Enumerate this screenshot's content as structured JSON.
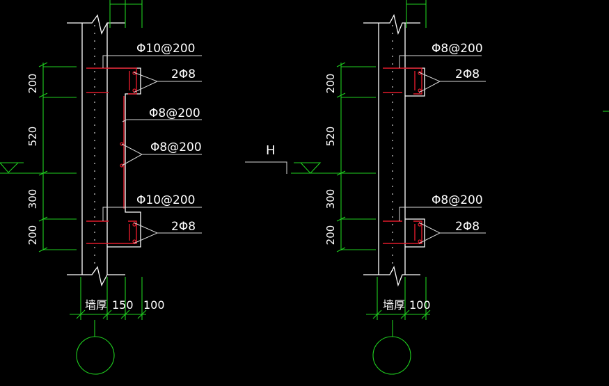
{
  "left_detail": {
    "leaders": {
      "top_stirrup": "Φ10@200",
      "top_bars": "2Φ8",
      "mid_stirrup": "Φ8@200",
      "mid_bars": "Φ8@200",
      "bottom_stirrup": "Φ10@200",
      "bottom_bars": "2Φ8"
    },
    "dimensions": [
      "200",
      "520",
      "300",
      "200"
    ],
    "bottom_labels": {
      "wall": "墙厚",
      "d1": "150",
      "d2": "100"
    }
  },
  "right_detail": {
    "leaders": {
      "top_stirrup": "Φ8@200",
      "top_bars": "2Φ8",
      "bottom_stirrup": "Φ8@200",
      "bottom_bars": "2Φ8"
    },
    "dimensions": [
      "200",
      "520",
      "300",
      "200"
    ],
    "bottom_labels": {
      "wall": "墙厚",
      "d1": "100"
    }
  },
  "level_mark": "H",
  "colors": {
    "background": "#000000",
    "linework": "#ffffff",
    "dimension": "#1fcf1f",
    "rebar": "#e01a2a"
  }
}
